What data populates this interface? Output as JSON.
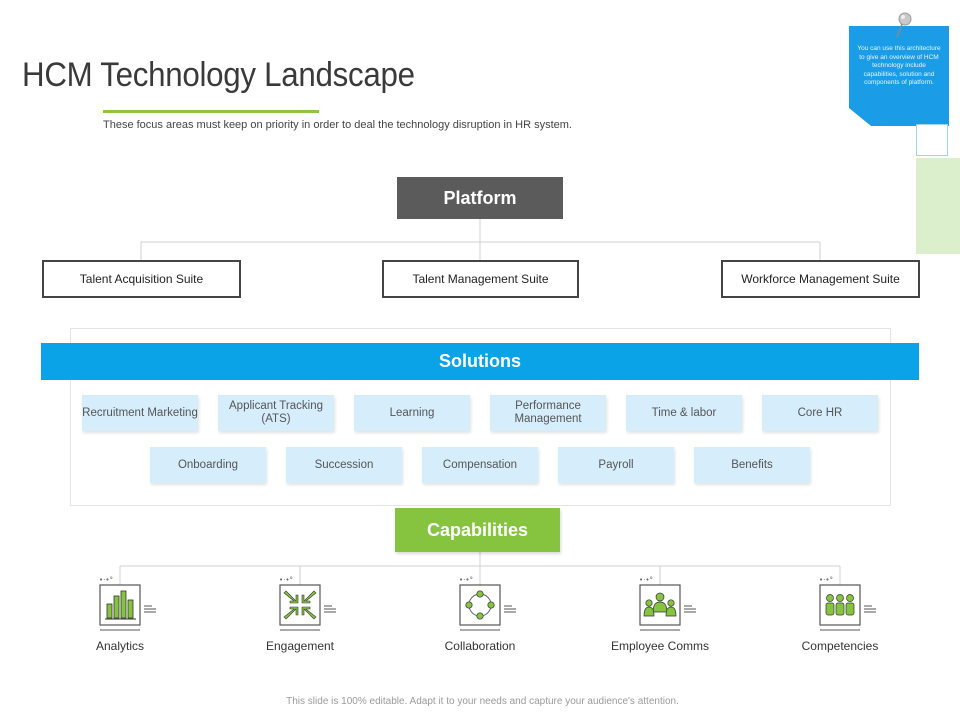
{
  "header": {
    "title": "HCM Technology Landscape",
    "subtitle": "These focus areas must keep on priority in order to deal the technology disruption in HR system."
  },
  "note": {
    "text": "You can use this architecture to give an overview of HCM technology include capabilities, solution and components of platform."
  },
  "platform": {
    "label": "Platform",
    "suites": [
      "Talent Acquisition Suite",
      "Talent Management Suite",
      "Workforce Management Suite"
    ]
  },
  "solutions": {
    "label": "Solutions",
    "row1": [
      "Recruitment Marketing",
      "Applicant Tracking (ATS)",
      "Learning",
      "Performance Management",
      "Time & labor",
      "Core HR"
    ],
    "row2": [
      "Onboarding",
      "Succession",
      "Compensation",
      "Payroll",
      "Benefits"
    ]
  },
  "capabilities": {
    "label": "Capabilities",
    "items": [
      {
        "label": "Analytics",
        "icon": "bar-chart-icon"
      },
      {
        "label": "Engagement",
        "icon": "arrows-inward-icon"
      },
      {
        "label": "Collaboration",
        "icon": "people-network-icon"
      },
      {
        "label": "Employee Comms",
        "icon": "group-icon"
      },
      {
        "label": "Competencies",
        "icon": "team-icon"
      }
    ]
  },
  "footer": {
    "text": "This slide is 100% editable. Adapt it to your needs and capture your audience's attention."
  },
  "colors": {
    "accent_green": "#86c440",
    "accent_blue": "#0aa3e8",
    "platform_gray": "#5b5b5b",
    "pill_blue": "#d6eefc",
    "note_blue": "#1a9de6"
  }
}
